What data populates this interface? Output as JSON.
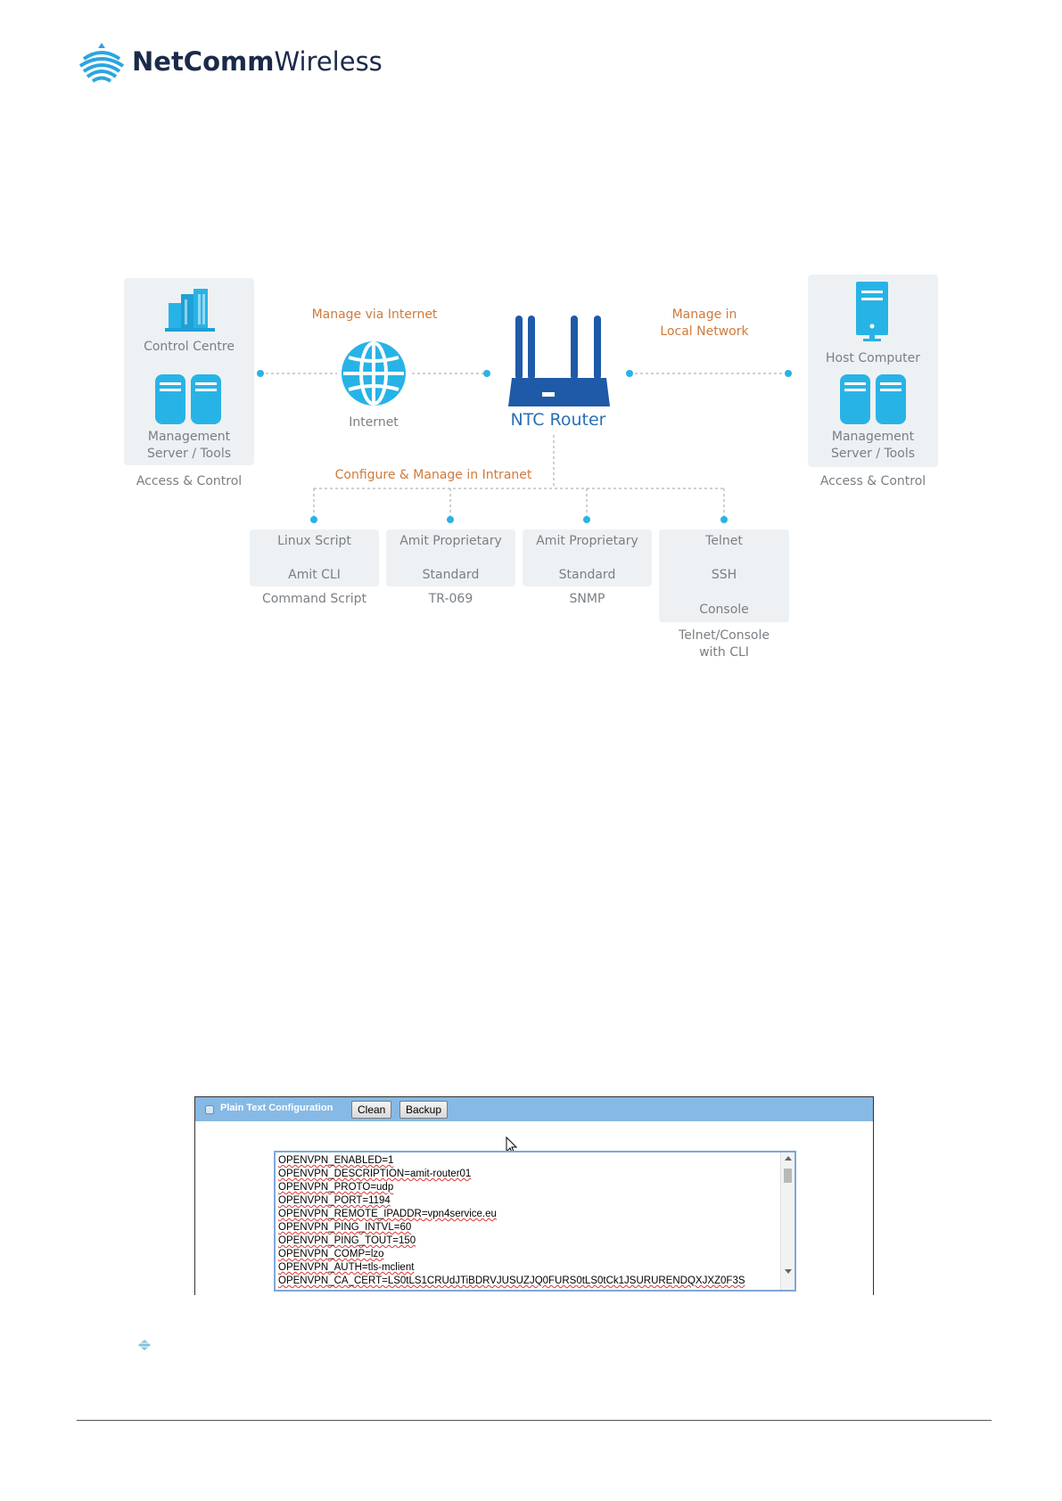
{
  "logo": {
    "brand_bold": "NetComm",
    "brand_light": "Wireless"
  },
  "diagram": {
    "left_panel": {
      "top_label": "Control Centre",
      "bottom_label_line1": "Management",
      "bottom_label_line2": "Server / Tools",
      "caption": "Access & Control"
    },
    "right_panel": {
      "top_label": "Host Computer",
      "bottom_label_line1": "Management",
      "bottom_label_line2": "Server / Tools",
      "caption": "Access & Control"
    },
    "internet": {
      "heading": "Manage via Internet",
      "label": "Internet"
    },
    "local": {
      "heading_line1": "Manage in",
      "heading_line2": "Local Network"
    },
    "router": {
      "label": "NTC Router"
    },
    "intranet": {
      "heading": "Configure & Manage in Intranet"
    },
    "boxes": [
      {
        "line1": "Linux Script",
        "line2": "Amit CLI",
        "caption": "Command Script"
      },
      {
        "line1": "Amit Proprietary",
        "line2": "Standard",
        "caption": "TR-069"
      },
      {
        "line1": "Amit Proprietary",
        "line2": "Standard",
        "caption": "SNMP"
      },
      {
        "line1": "Telnet",
        "line2": "SSH",
        "line3": "Console",
        "caption_line1": "Telnet/Console",
        "caption_line2": "with CLI"
      }
    ],
    "colors": {
      "accent_blue": "#28b3e6",
      "router_blue": "#1e5aa8",
      "orange": "#d07a3a"
    }
  },
  "screenshot": {
    "title": "Plain Text Configuration",
    "buttons": {
      "clean": "Clean",
      "backup": "Backup"
    },
    "config_lines": [
      "OPENVPN_ENABLED=1",
      "OPENVPN_DESCRIPTION=amit-router01",
      "OPENVPN_PROTO=udp",
      "OPENVPN_PORT=1194",
      "OPENVPN_REMOTE_IPADDR=vpn4service.eu",
      "OPENVPN_PING_INTVL=60",
      "OPENVPN_PING_TOUT=150",
      "OPENVPN_COMP=lzo",
      "OPENVPN_AUTH=tls-mclient",
      "OPENVPN_CA_CERT=LS0tLS1CRUdJTiBDRVJUSUZJQ0FURS0tLS0tCk1JSURURENDQXJXZ0F3S"
    ]
  }
}
